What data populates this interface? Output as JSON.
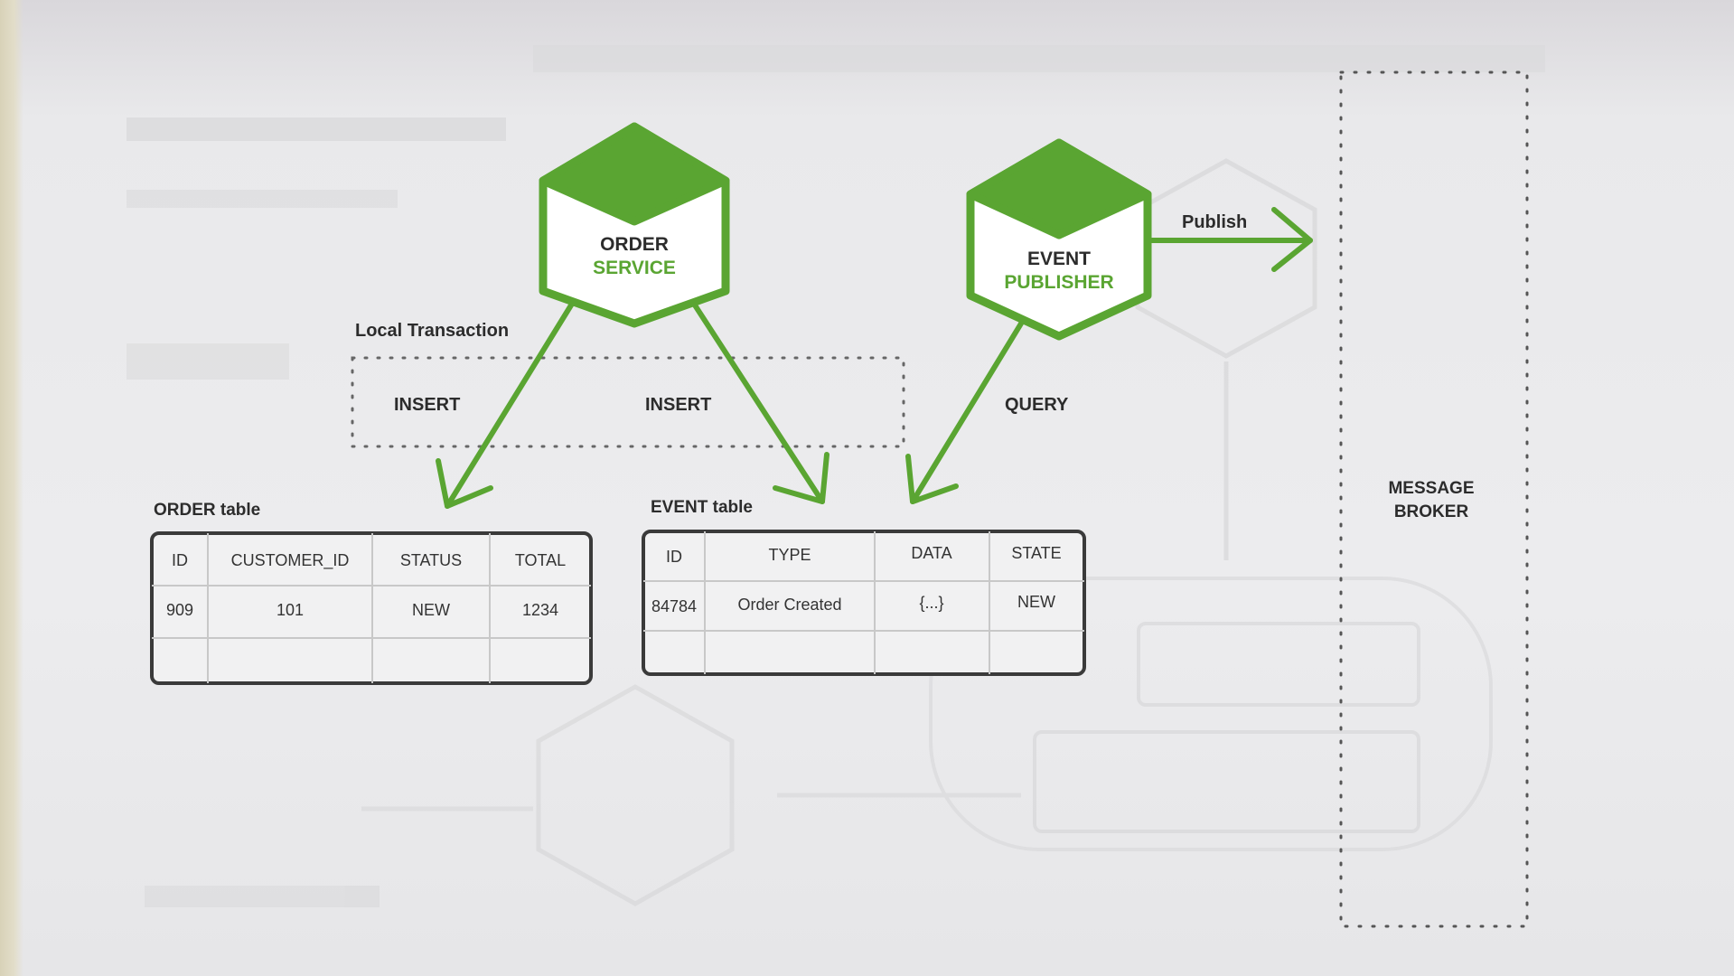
{
  "colors": {
    "accent_green": "#5aa532",
    "outline_dark": "#444444",
    "text_dark": "#2c2c2c",
    "background": "#ececee"
  },
  "nodes": {
    "order_service": {
      "line1": "ORDER",
      "line2": "SERVICE"
    },
    "event_publisher": {
      "line1": "EVENT",
      "line2": "PUBLISHER"
    },
    "message_broker": {
      "line1": "MESSAGE",
      "line2": "BROKER"
    }
  },
  "labels": {
    "local_transaction": "Local Transaction",
    "insert_order": "INSERT",
    "insert_event": "INSERT",
    "query": "QUERY",
    "publish": "Publish"
  },
  "order_table": {
    "title": "ORDER table",
    "columns": [
      "ID",
      "CUSTOMER_ID",
      "STATUS",
      "TOTAL"
    ],
    "rows": [
      [
        "909",
        "101",
        "NEW",
        "1234"
      ]
    ]
  },
  "event_table": {
    "title": "EVENT table",
    "columns": [
      "ID",
      "TYPE",
      "DATA",
      "STATE"
    ],
    "rows": [
      [
        "84784",
        "Order Created",
        "{...}",
        "NEW"
      ]
    ]
  },
  "icons": [
    "hexagon-service-icon",
    "arrow-icon"
  ]
}
